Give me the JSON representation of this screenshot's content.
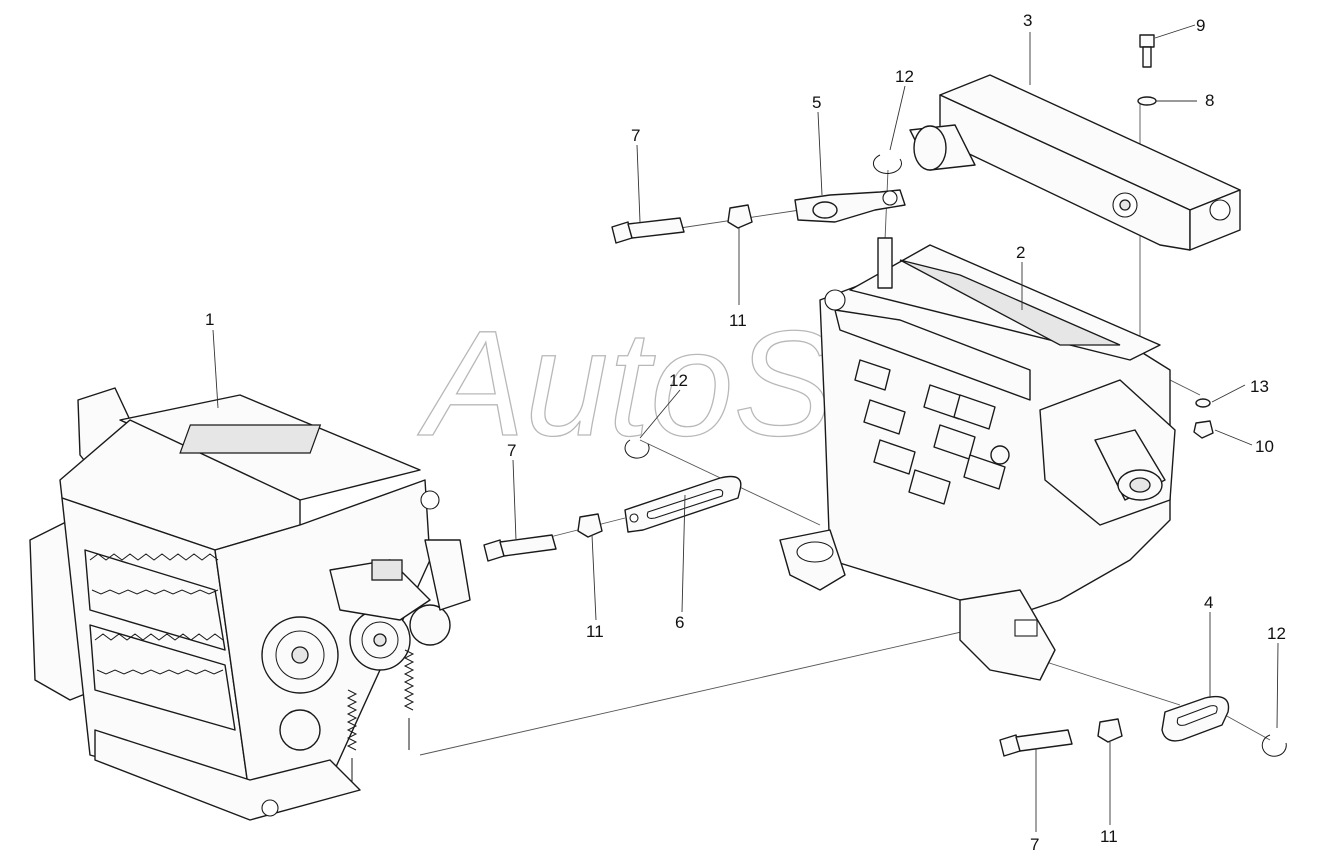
{
  "watermark": {
    "text": "AutoSo"
  },
  "callouts": {
    "c1": "1",
    "c2": "2",
    "c3": "3",
    "c4": "4",
    "c5": "5",
    "c6": "6",
    "c7a": "7",
    "c7b": "7",
    "c7c": "7",
    "c8": "8",
    "c9": "9",
    "c10": "10",
    "c11a": "11",
    "c11b": "11",
    "c11c": "11",
    "c12a": "12",
    "c12b": "12",
    "c12c": "12",
    "c13": "13"
  }
}
